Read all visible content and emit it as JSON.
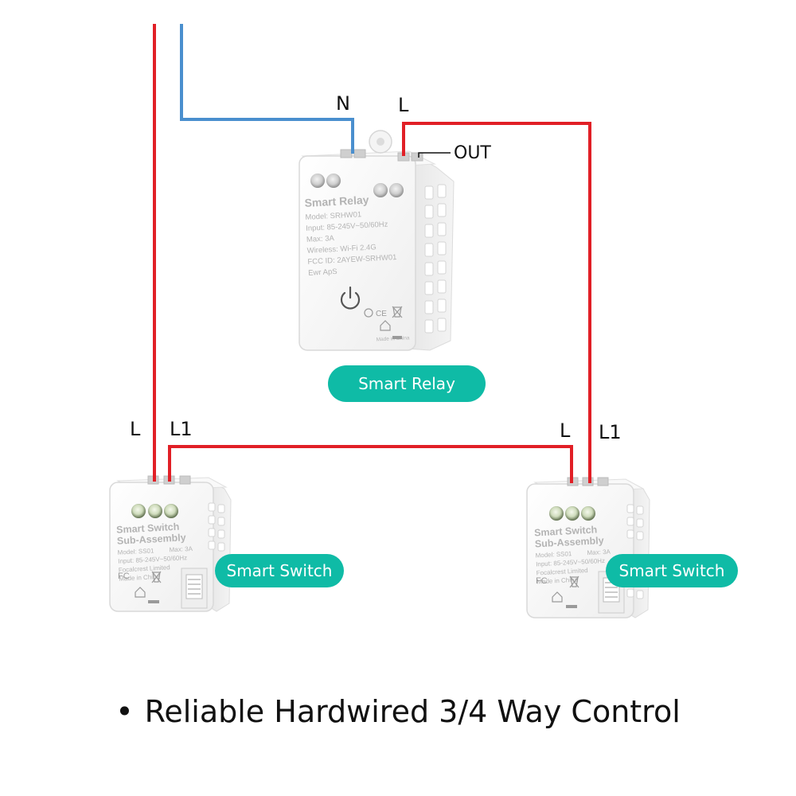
{
  "relay": {
    "title": "Smart Relay",
    "model": "Model: SRHW01",
    "input": "Input: 85-245V~50/60Hz",
    "max": "Max: 3A",
    "wireless": "Wireless: Wi-Fi 2.4G",
    "fcc": "FCC ID: 2AYEW-SRHW01",
    "brand": "Ewr ApS",
    "made_in": "Made in China",
    "badge": "Smart Relay",
    "terminal_n": "N",
    "terminal_l": "L",
    "terminal_out": "OUT"
  },
  "switches": [
    {
      "title_line1": "Smart Switch",
      "title_line2": "Sub-Assembly",
      "model": "Model: SS01",
      "max": "Max: 3A",
      "input": "Input: 85-245V~50/60Hz",
      "maker": "Focalcrest Limited",
      "made_in": "Made in China",
      "badge": "Smart Switch",
      "terminal_l": "L",
      "terminal_l1": "L1"
    },
    {
      "title_line1": "Smart Switch",
      "title_line2": "Sub-Assembly",
      "model": "Model: SS01",
      "max": "Max: 3A",
      "input": "Input: 85-245V~50/60Hz",
      "maker": "Focalcrest Limited",
      "made_in": "Made in China",
      "badge": "Smart Switch",
      "terminal_l": "L",
      "terminal_l1": "L1"
    }
  ],
  "caption": {
    "bullet": "•",
    "text": "Reliable Hardwired 3/4 Way Control"
  },
  "colors": {
    "live_wire": "#e11f26",
    "neutral_wire": "#4a8fce",
    "badge": "#0fbba6",
    "device_body": "#f6f6f6",
    "device_edge": "#d9d9d9"
  }
}
